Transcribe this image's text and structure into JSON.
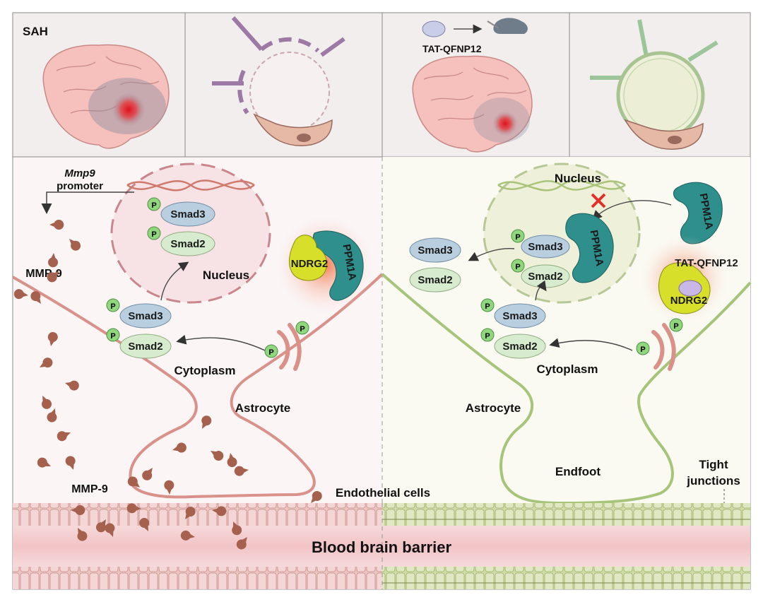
{
  "top_panels": {
    "sah_label": "SAH",
    "treatment_label": "TAT-QFNP12"
  },
  "left": {
    "gene_name": "Mmp9",
    "promoter": "promoter",
    "mmp9_a": "MMP-9",
    "mmp9_b": "MMP-9",
    "nucleus": "Nucleus",
    "cytoplasm": "Cytoplasm",
    "astrocyte": "Astrocyte",
    "smad3_nuc": "Smad3",
    "smad2_nuc": "Smad2",
    "smad3_cyto": "Smad3",
    "smad2_cyto": "Smad2",
    "ndrg2": "NDRG2",
    "ppm1a": "PPM1A",
    "p": "P"
  },
  "right": {
    "nucleus": "Nucleus",
    "cytoplasm": "Cytoplasm",
    "astrocyte": "Astrocyte",
    "endfoot": "Endfoot",
    "tight_junctions_1": "Tight",
    "tight_junctions_2": "junctions",
    "smad3_out": "Smad3",
    "smad2_out": "Smad2",
    "smad3_nuc": "Smad3",
    "smad2_nuc": "Smad2",
    "smad3_cyto": "Smad3",
    "smad2_cyto": "Smad2",
    "ppm1a_nuc": "PPM1A",
    "ppm1a_free": "PPM1A",
    "tat": "TAT-QFNP12",
    "ndrg2": "NDRG2",
    "p": "P"
  },
  "bottom": {
    "endothelial": "Endothelial cells",
    "bbb": "Blood brain barrier"
  },
  "colors": {
    "left_membrane": "#d9918a",
    "right_membrane": "#a6c47a",
    "ppm1a": "#2e8f8c",
    "ndrg2": "#d7df2a",
    "mmp9": "#a5604e",
    "p_badge": "#8fd67c"
  }
}
